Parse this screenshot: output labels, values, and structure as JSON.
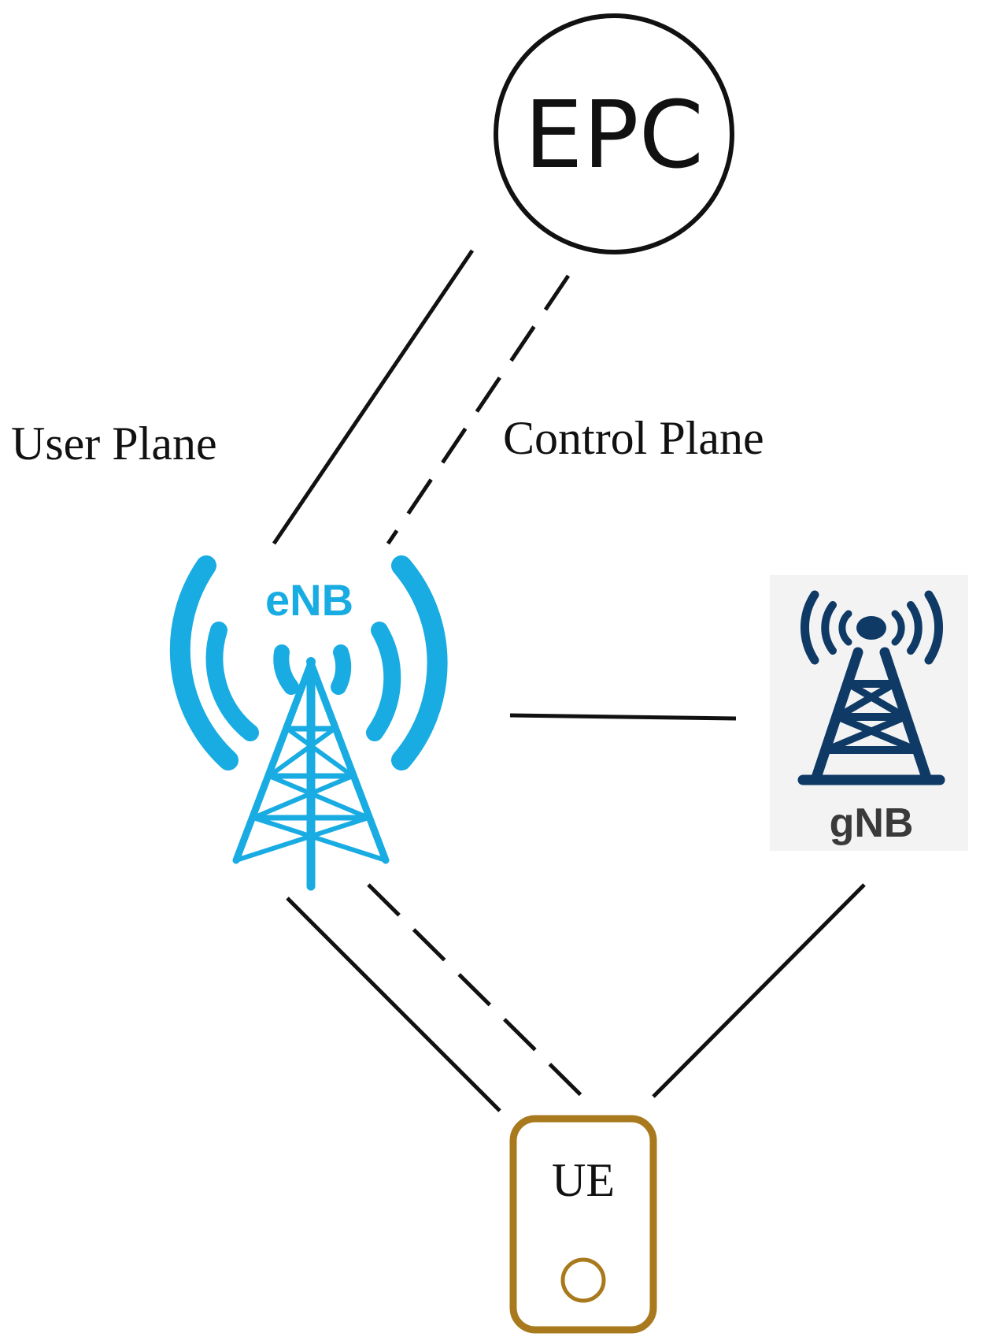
{
  "nodes": {
    "epc": {
      "label": "EPC"
    },
    "enb": {
      "label": "eNB"
    },
    "gnb": {
      "label": "gNB"
    },
    "ue": {
      "label": "UE"
    }
  },
  "labels": {
    "user_plane": "User Plane",
    "control_plane": "Control Plane"
  },
  "colors": {
    "enb_blue": "#18ace3",
    "gnb_navy": "#0f3a66",
    "gnb_text": "#3a3a3a",
    "gnb_bg": "#f3f3f3",
    "ue_border": "#a8791d",
    "line": "#111111"
  }
}
